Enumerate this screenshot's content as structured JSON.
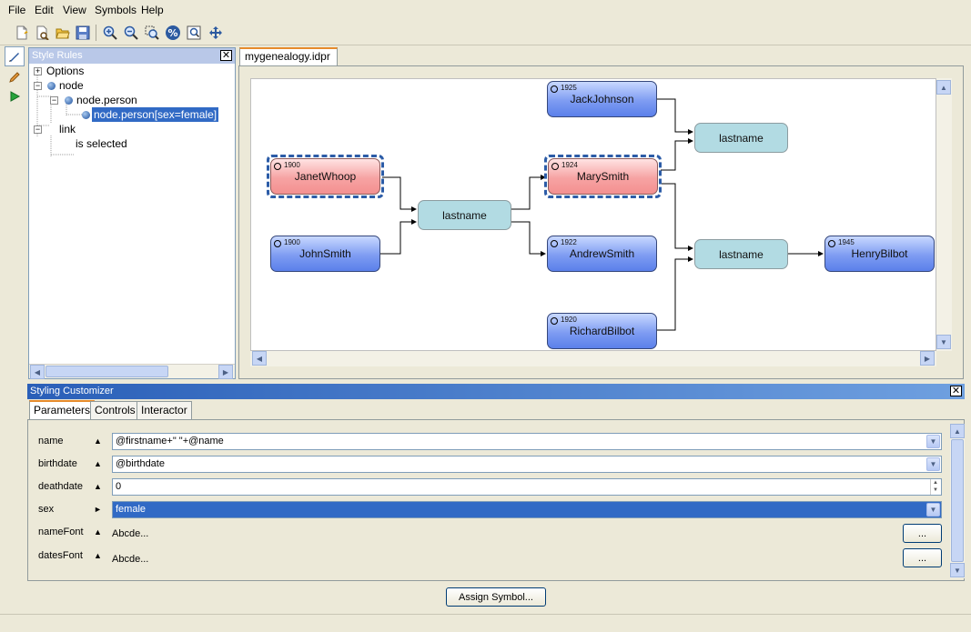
{
  "menu": [
    "File",
    "Edit",
    "View",
    "Symbols",
    "Help"
  ],
  "toolbar": {
    "icons": [
      "new-file-icon",
      "open-wizard-icon",
      "open-folder-icon",
      "save-icon",
      "zoom-in-icon",
      "zoom-out-icon",
      "zoom-box-icon",
      "zoom-percent-icon",
      "fit-page-icon",
      "pan-icon"
    ]
  },
  "left_tools": [
    "select-tool-icon",
    "pencil-tool-icon",
    "run-icon"
  ],
  "style_rules": {
    "title": "Style Rules",
    "tree": [
      {
        "label": "Options"
      },
      {
        "label": "node"
      },
      {
        "label": "node.person"
      },
      {
        "label": "node.person[sex=female]"
      },
      {
        "label": "link"
      },
      {
        "label": "is selected"
      }
    ]
  },
  "document": {
    "tab_label": "mygenealogy.idpr *",
    "nodes": [
      {
        "id": "jack",
        "name": "JackJohnson",
        "year": "1925"
      },
      {
        "id": "janet",
        "name": "JanetWhoop",
        "year": "1900"
      },
      {
        "id": "mary",
        "name": "MarySmith",
        "year": "1924"
      },
      {
        "id": "john",
        "name": "JohnSmith",
        "year": "1900"
      },
      {
        "id": "andrew",
        "name": "AndrewSmith",
        "year": "1922"
      },
      {
        "id": "henry",
        "name": "HenryBilbot",
        "year": "1945"
      },
      {
        "id": "richard",
        "name": "RichardBilbot",
        "year": "1920"
      }
    ],
    "links": [
      {
        "id": "ln1",
        "label": "lastname"
      },
      {
        "id": "ln2",
        "label": "lastname"
      },
      {
        "id": "ln3",
        "label": "lastname"
      }
    ]
  },
  "customizer": {
    "title": "Styling Customizer",
    "tabs": [
      "Parameters",
      "Controls",
      "Interactor"
    ],
    "params": [
      {
        "label": "name",
        "arrow": "▲",
        "value": "@firstname+\" \"+@name"
      },
      {
        "label": "birthdate",
        "arrow": "▲",
        "value": "@birthdate"
      },
      {
        "label": "deathdate",
        "arrow": "▲",
        "value": "0"
      },
      {
        "label": "sex",
        "arrow": "►",
        "value": "female"
      },
      {
        "label": "nameFont",
        "arrow": "▲",
        "value": "Abcde..."
      },
      {
        "label": "datesFont",
        "arrow": "▲",
        "value": "Abcde..."
      }
    ],
    "ellipsis": "...",
    "assign_button": "Assign Symbol..."
  }
}
